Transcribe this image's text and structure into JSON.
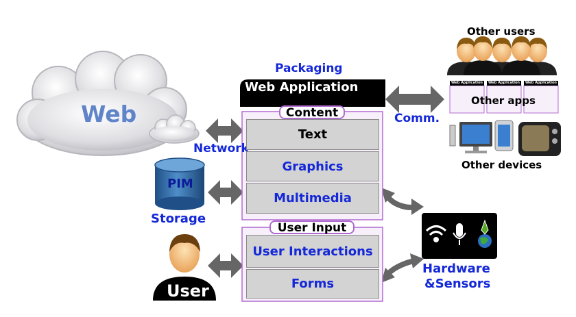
{
  "cloud": {
    "web_label": "Web"
  },
  "network": {
    "label": "Network"
  },
  "pim": {
    "cylinder_label": "PIM",
    "label": "Storage"
  },
  "user": {
    "label": "User"
  },
  "packaging": {
    "label": "Packaging"
  },
  "web_app": {
    "title": "Web Application"
  },
  "content": {
    "tag": "Content",
    "items": [
      "Text",
      "Graphics",
      "Multimedia"
    ]
  },
  "user_input": {
    "tag": "User Input",
    "items": [
      "User Interactions",
      "Forms"
    ]
  },
  "comm": {
    "label": "Comm."
  },
  "other_users": {
    "label": "Other users"
  },
  "other_apps": {
    "mini_title": "Web Application",
    "label": "Other apps"
  },
  "other_devices": {
    "label": "Other devices"
  },
  "hardware": {
    "line1": "Hardware",
    "line2": "&Sensors"
  },
  "colors": {
    "accent_blue": "#1428d8",
    "content_border": "#b06ad0",
    "box_fill": "#d3d3d3",
    "arrow": "#666666"
  }
}
